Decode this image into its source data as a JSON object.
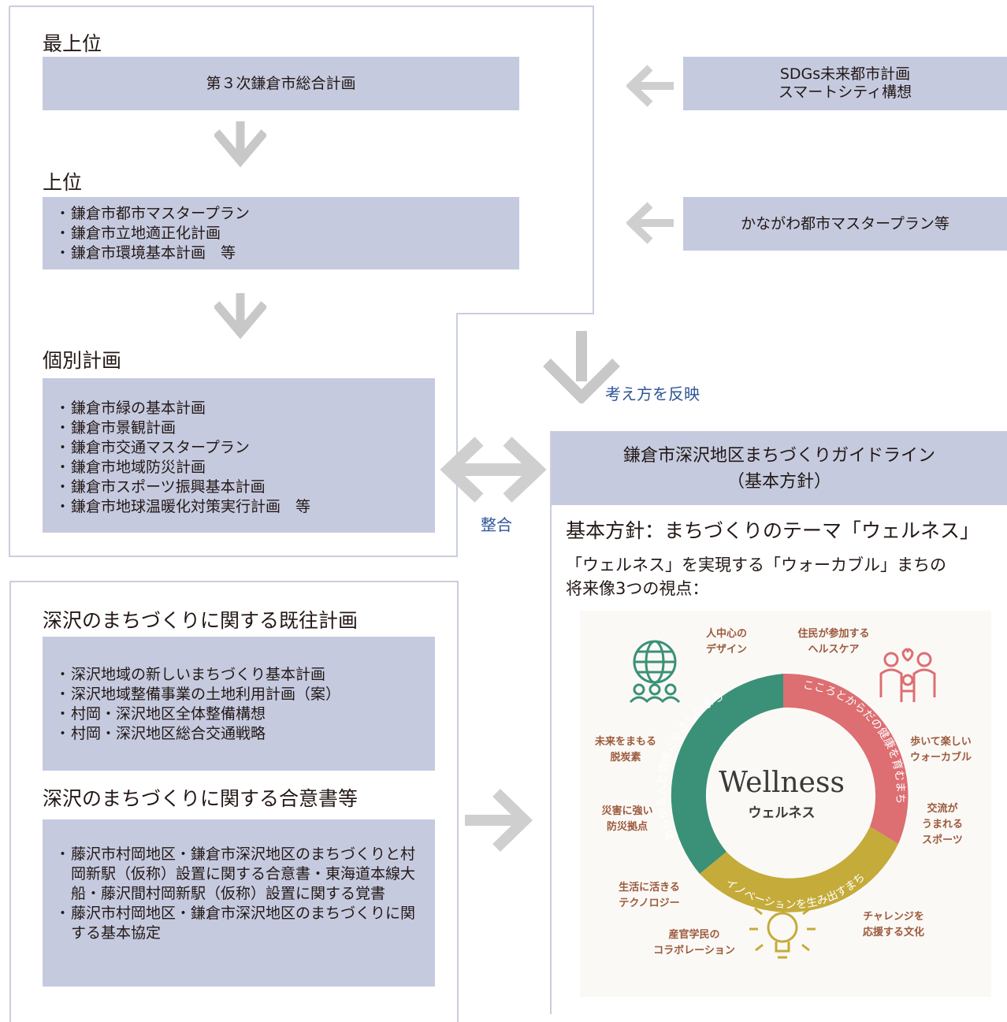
{
  "left_frame": {
    "top_level_heading": "最上位",
    "comprehensive_plan": "第３次鎌倉市総合計画",
    "upper_heading": "上位",
    "upper_items": [
      "鎌倉市都市マスタープラン",
      "鎌倉市立地適正化計画",
      "鎌倉市環境基本計画　等"
    ],
    "individual_heading": "個別計画",
    "individual_items": [
      "鎌倉市緑の基本計画",
      "鎌倉市景観計画",
      "鎌倉市交通マスタープラン",
      "鎌倉市地域防災計画",
      "鎌倉市スポーツ振興基本計画",
      "鎌倉市地球温暖化対策実行計画　等"
    ]
  },
  "external_plans": {
    "sdgs": [
      "SDGs未来都市計画",
      "スマートシティ構想"
    ],
    "kanagawa": "かながわ都市マスタープラン等"
  },
  "reflect_label": "考え方を反映",
  "consistency_label": "整合",
  "fukasawa_frame": {
    "existing_heading": "深沢のまちづくりに関する既往計画",
    "existing_items": [
      "深沢地域の新しいまちづくり基本計画",
      "深沢地域整備事業の土地利用計画（案）",
      "村岡・深沢地区全体整備構想",
      "村岡・深沢地区総合交通戦略"
    ],
    "agreement_heading": "深沢のまちづくりに関する合意書等",
    "agreement_items": [
      "藤沢市村岡地区・鎌倉市深沢地区のまちづくりと村岡新駅（仮称）設置に関する合意書・東海道本線大船・藤沢間村岡新駅（仮称）設置に関する覚書",
      "藤沢市村岡地区・鎌倉市深沢地区のまちづくりに関する基本協定"
    ]
  },
  "guideline": {
    "title_line1": "鎌倉市深沢地区まちづくりガイドライン",
    "title_line2": "（基本方針）",
    "policy": "基本方針：まちづくりのテーマ「ウェルネス」",
    "viewpoint_line1": "「ウェルネス」を実現する「ウォーカブル」まちの",
    "viewpoint_line2": "将来像3つの視点："
  },
  "wellness_diagram": {
    "center_title": "Wellness",
    "center_subtitle": "ウェルネス",
    "arc_green": "あらゆる人と環境にやさしいまち",
    "arc_red": "こころとからだの健康を育むまち",
    "arc_gold": "イノベーションを生み出すまち",
    "human_centered": [
      "人中心の",
      "デザイン"
    ],
    "healthcare": [
      "住民が参加する",
      "ヘルスケア"
    ],
    "walking": [
      "歩いて楽しい",
      "ウォーカブル"
    ],
    "sports": [
      "交流が",
      "うまれる",
      "スポーツ"
    ],
    "challenge": [
      "チャレンジを",
      "応援する文化"
    ],
    "collaboration": [
      "産官学民の",
      "コラボレーション"
    ],
    "technology": [
      "生活に活きる",
      "テクノロジー"
    ],
    "disaster": [
      "災害に強い",
      "防災拠点"
    ],
    "decarbon": [
      "未来をまもる",
      "脱炭素"
    ],
    "colors": {
      "green": "#3a9178",
      "red": "#dd6e72",
      "gold": "#c4ab3a",
      "label": "#9b5a3c"
    }
  }
}
